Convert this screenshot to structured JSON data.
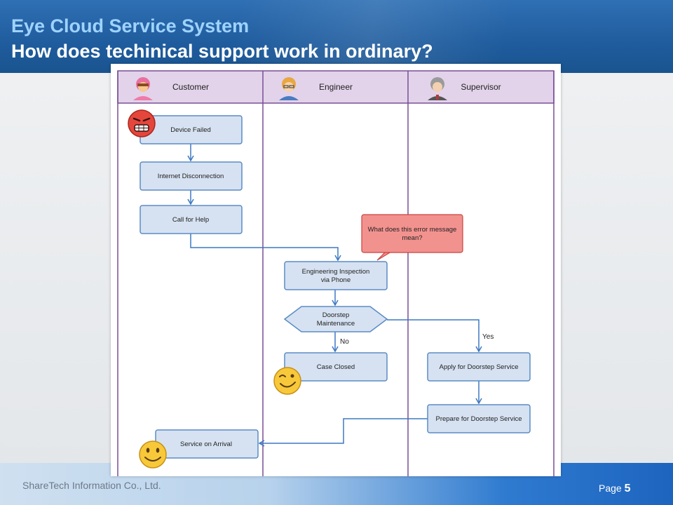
{
  "slide": {
    "title": "Eye Cloud Service System",
    "subtitle": "How does techinical support work in ordinary?",
    "footer": "ShareTech Information Co., Ltd.",
    "page_label": "Page",
    "page_number": "5"
  },
  "diagram": {
    "lanes": [
      {
        "label": "Customer",
        "icon": "customer-avatar-icon"
      },
      {
        "label": "Engineer",
        "icon": "engineer-avatar-icon"
      },
      {
        "label": "Supervisor",
        "icon": "supervisor-avatar-icon"
      }
    ],
    "nodes": {
      "device_failed": "Device Failed",
      "internet_disconnection": "Internet Disconnection",
      "call_for_help": "Call for Help",
      "engineering_inspection_line1": "Engineering Inspection",
      "engineering_inspection_line2": "via Phone",
      "doorstep_line1": "Doorstep",
      "doorstep_line2": "Maintenance",
      "case_closed": "Case Closed",
      "apply_doorstep": "Apply for Doorstep Service",
      "prepare_doorstep": "Prepare for Doorstep Service",
      "service_on_arrival": "Service on Arrival"
    },
    "callout_line1": "What does this error message",
    "callout_line2": "mean?",
    "edge_labels": {
      "no": "No",
      "yes": "Yes"
    },
    "colors": {
      "header_fill": "#e2d3ea",
      "lane_border": "#7a4e95",
      "node_fill": "#d6e2f2",
      "node_border": "#5b8bc5",
      "arrow": "#3d78c2",
      "callout_fill": "#f2928f",
      "callout_border": "#c9443f"
    }
  }
}
